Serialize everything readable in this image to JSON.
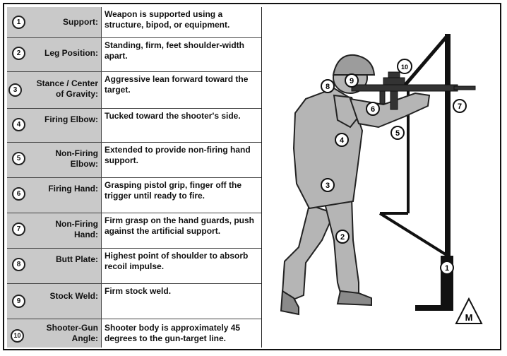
{
  "rows": [
    {
      "num": "1",
      "label": "Support:",
      "desc": "Weapon is supported using a structure, bipod, or equipment."
    },
    {
      "num": "2",
      "label": "Leg Position:",
      "desc": "Standing, firm, feet shoulder-width apart."
    },
    {
      "num": "3",
      "label": "Stance / Center of Gravity:",
      "desc": "Aggressive lean forward toward the target."
    },
    {
      "num": "4",
      "label": "Firing Elbow:",
      "desc": "Tucked toward the shooter's side."
    },
    {
      "num": "5",
      "label": "Non-Firing Elbow:",
      "desc": "Extended to provide non-firing hand support."
    },
    {
      "num": "6",
      "label": "Firing Hand:",
      "desc": "Grasping pistol grip, finger off the trigger until ready to fire."
    },
    {
      "num": "7",
      "label": "Non-Firing Hand:",
      "desc": "Firm grasp on the hand guards, push against the artificial support."
    },
    {
      "num": "8",
      "label": "Butt Plate:",
      "desc": "Highest point of shoulder to absorb recoil impulse."
    },
    {
      "num": "9",
      "label": "Stock Weld:",
      "desc": "Firm stock weld."
    },
    {
      "num": "10",
      "label": "Shooter-Gun Angle:",
      "desc": "Shooter body is approximately 45 degrees to the gun-target line."
    }
  ],
  "illustration": {
    "callouts": [
      "1",
      "2",
      "3",
      "4",
      "5",
      "6",
      "7",
      "8",
      "9",
      "10"
    ],
    "marker": "M"
  },
  "colors": {
    "label_bg": "#c9c9c9",
    "figure_fill": "#b5b5b5",
    "line": "#111111"
  }
}
